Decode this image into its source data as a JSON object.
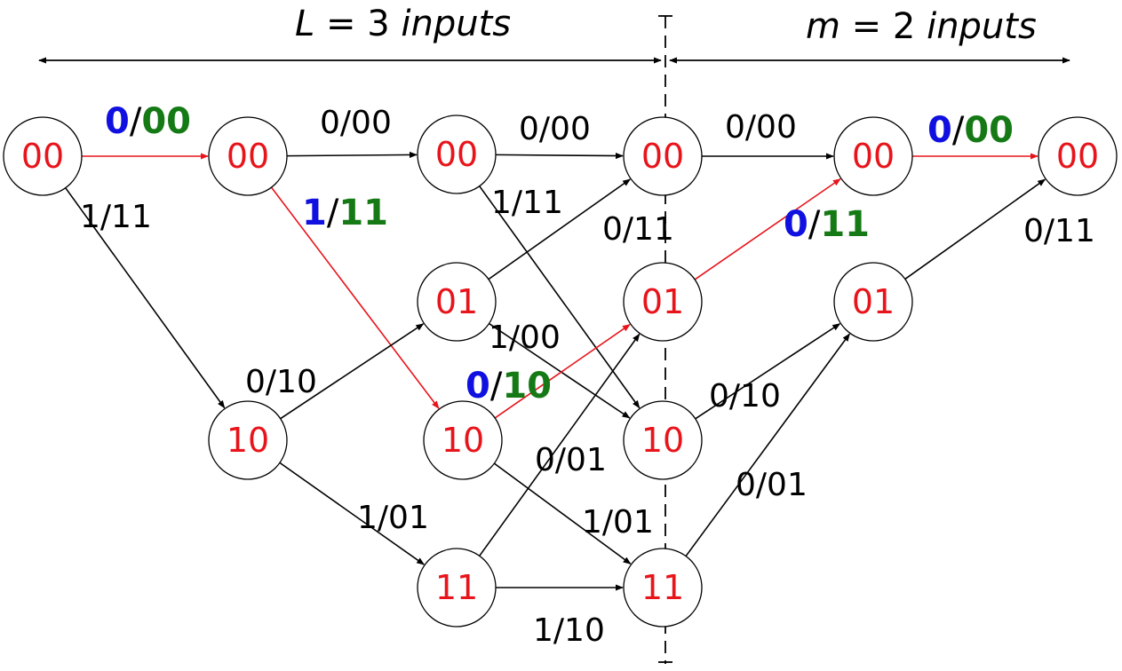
{
  "header": {
    "left": {
      "var": "L",
      "eq": " = 3 ",
      "word": "inputs"
    },
    "right": {
      "var": "m",
      "eq": " = 2 ",
      "word": "inputs"
    }
  },
  "colors": {
    "state": "#e8141b",
    "path": "#e8141b",
    "input_bit": "#1010e0",
    "output_bits": "#157a15",
    "edge": "#000000"
  },
  "nodes": [
    {
      "id": "n0_00",
      "label": "00"
    },
    {
      "id": "n1_00",
      "label": "00"
    },
    {
      "id": "n1_10",
      "label": "10"
    },
    {
      "id": "n2_00",
      "label": "00"
    },
    {
      "id": "n2_01",
      "label": "01"
    },
    {
      "id": "n2_10",
      "label": "10"
    },
    {
      "id": "n2_11",
      "label": "11"
    },
    {
      "id": "n3_00",
      "label": "00"
    },
    {
      "id": "n3_01",
      "label": "01"
    },
    {
      "id": "n3_10",
      "label": "10"
    },
    {
      "id": "n3_11",
      "label": "11"
    },
    {
      "id": "n4_00",
      "label": "00"
    },
    {
      "id": "n4_01",
      "label": "01"
    },
    {
      "id": "n5_00",
      "label": "00"
    }
  ],
  "edges": [
    {
      "from": "n0_00",
      "to": "n1_00",
      "input": "0",
      "output": "00",
      "highlight": true
    },
    {
      "from": "n0_00",
      "to": "n1_10",
      "input": "1",
      "output": "11",
      "highlight": false
    },
    {
      "from": "n1_00",
      "to": "n2_00",
      "input": "0",
      "output": "00",
      "highlight": false
    },
    {
      "from": "n1_00",
      "to": "n2_10",
      "input": "1",
      "output": "11",
      "highlight": true
    },
    {
      "from": "n1_10",
      "to": "n2_01",
      "input": "0",
      "output": "10",
      "highlight": false
    },
    {
      "from": "n1_10",
      "to": "n2_11",
      "input": "1",
      "output": "01",
      "highlight": false
    },
    {
      "from": "n2_00",
      "to": "n3_00",
      "input": "0",
      "output": "00",
      "highlight": false
    },
    {
      "from": "n2_00",
      "to": "n3_10",
      "input": "1",
      "output": "11",
      "highlight": false
    },
    {
      "from": "n2_01",
      "to": "n3_00",
      "input": "0",
      "output": "11",
      "highlight": false
    },
    {
      "from": "n2_01",
      "to": "n3_10",
      "input": "1",
      "output": "00",
      "highlight": false
    },
    {
      "from": "n2_10",
      "to": "n3_01",
      "input": "0",
      "output": "10",
      "highlight": true
    },
    {
      "from": "n2_10",
      "to": "n3_11",
      "input": "1",
      "output": "01",
      "highlight": false
    },
    {
      "from": "n2_11",
      "to": "n3_01",
      "input": "0",
      "output": "01",
      "highlight": false
    },
    {
      "from": "n2_11",
      "to": "n3_11",
      "input": "1",
      "output": "10",
      "highlight": false
    },
    {
      "from": "n3_00",
      "to": "n4_00",
      "input": "0",
      "output": "00",
      "highlight": false
    },
    {
      "from": "n3_01",
      "to": "n4_00",
      "input": "0",
      "output": "11",
      "highlight": true
    },
    {
      "from": "n3_10",
      "to": "n4_01",
      "input": "0",
      "output": "10",
      "highlight": false
    },
    {
      "from": "n3_11",
      "to": "n4_01",
      "input": "0",
      "output": "01",
      "highlight": false
    },
    {
      "from": "n4_00",
      "to": "n5_00",
      "input": "0",
      "output": "00",
      "highlight": true
    },
    {
      "from": "n4_01",
      "to": "n5_00",
      "input": "0",
      "output": "11",
      "highlight": false
    }
  ]
}
